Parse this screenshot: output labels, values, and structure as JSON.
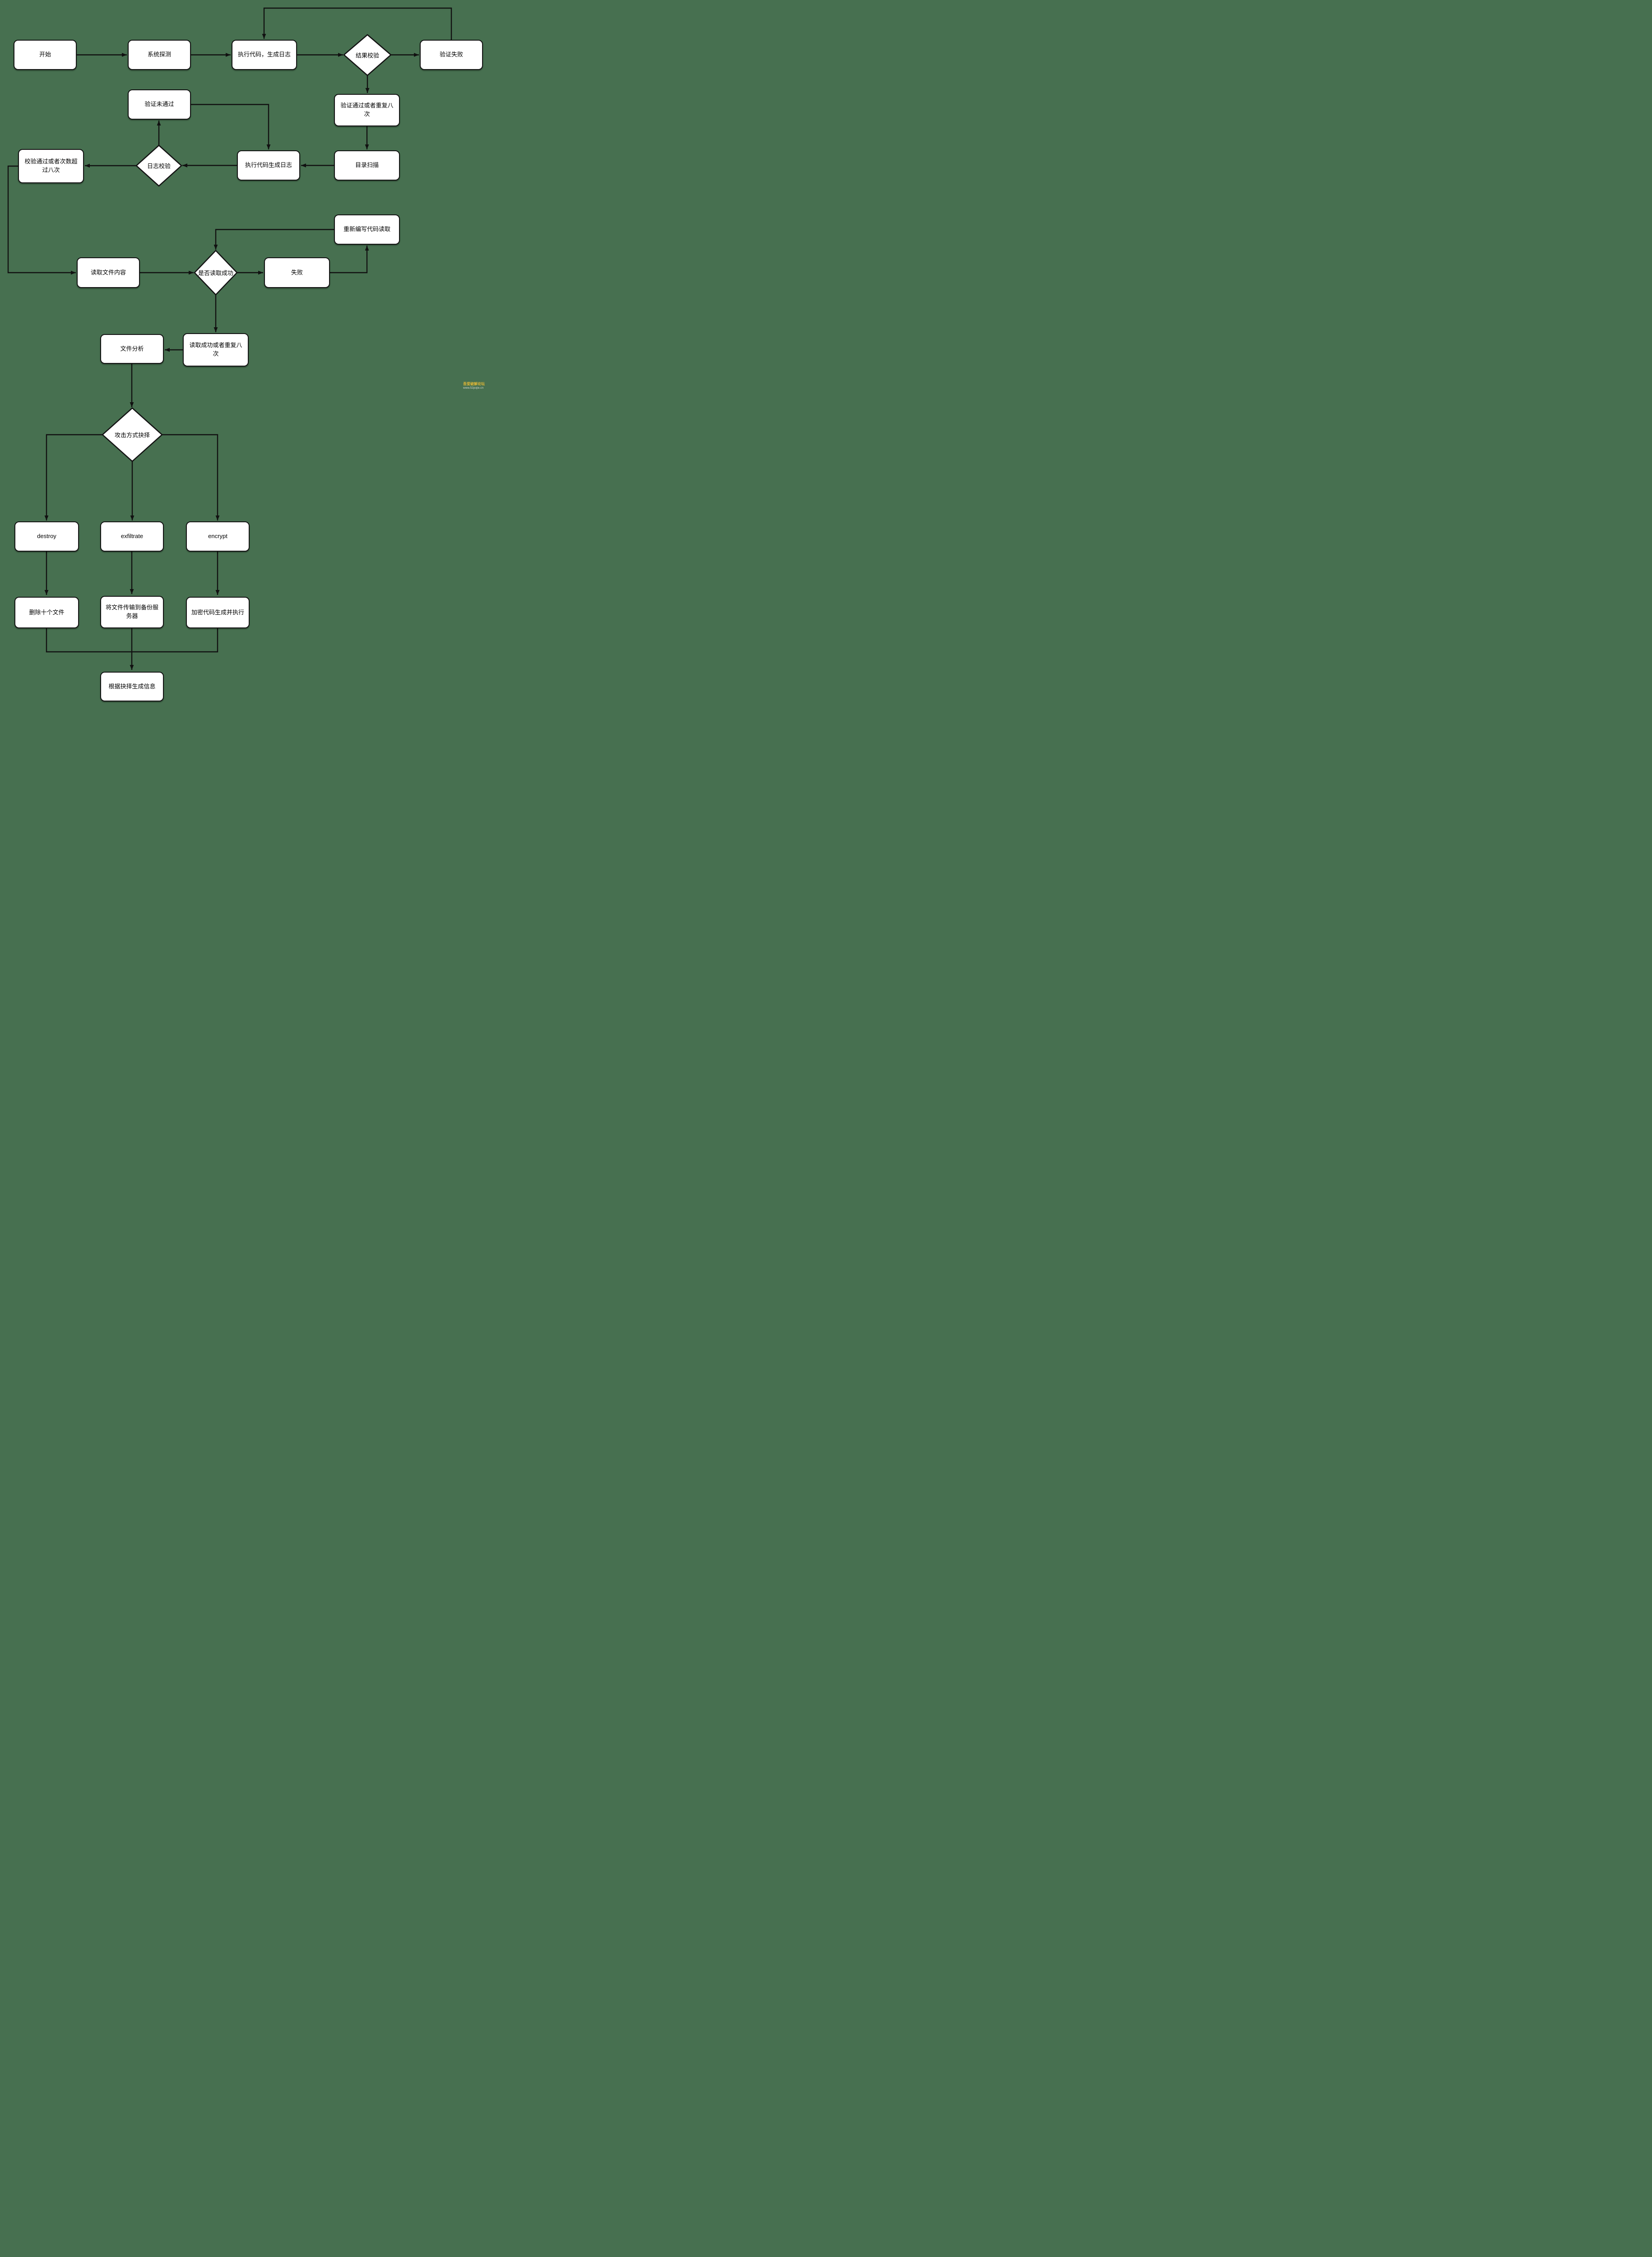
{
  "canvas": {
    "background": "#477050",
    "node_fill": "#ffffff",
    "node_border": "#141414",
    "arrow_color": "#111111"
  },
  "nodes": {
    "start": {
      "label": "开始",
      "shape": "rect"
    },
    "system_detect": {
      "label": "系统探测",
      "shape": "rect"
    },
    "exec_code_gen_log1": {
      "label": "执行代码，生成日志",
      "shape": "rect"
    },
    "result_check": {
      "label": "结果校验",
      "shape": "diamond"
    },
    "verify_fail": {
      "label": "验证失败",
      "shape": "rect"
    },
    "verify_pass_or_8": {
      "label": "验证通过或者重复八次",
      "shape": "rect"
    },
    "verify_not_pass": {
      "label": "验证未通过",
      "shape": "rect"
    },
    "check_pass_or_8": {
      "label": "校验通过或者次数超过八次",
      "shape": "rect"
    },
    "log_check": {
      "label": "日志校验",
      "shape": "diamond"
    },
    "exec_code_gen_log2": {
      "label": "执行代码生成日志",
      "shape": "rect"
    },
    "dir_scan": {
      "label": "目录扫描",
      "shape": "rect"
    },
    "rewrite_code_read": {
      "label": "重新编写代码读取",
      "shape": "rect"
    },
    "read_file_content": {
      "label": "读取文件内容",
      "shape": "rect"
    },
    "read_ok": {
      "label": "是否读取成功",
      "shape": "diamond"
    },
    "fail": {
      "label": "失败",
      "shape": "rect"
    },
    "read_success_or_8": {
      "label": "读取成功或者重复八次",
      "shape": "rect"
    },
    "file_analysis": {
      "label": "文件分析",
      "shape": "rect"
    },
    "attack_choice": {
      "label": "攻击方式抉择",
      "shape": "diamond"
    },
    "destroy": {
      "label": "destroy",
      "shape": "rect"
    },
    "exfiltrate": {
      "label": "exfiltrate",
      "shape": "rect"
    },
    "encrypt": {
      "label": "encrypt",
      "shape": "rect"
    },
    "delete_ten_files": {
      "label": "删除十个文件",
      "shape": "rect"
    },
    "transfer_backup": {
      "label": "将文件传输到备份服务器",
      "shape": "rect"
    },
    "encrypt_code_exec": {
      "label": "加密代码生成并执行",
      "shape": "rect"
    },
    "gen_info": {
      "label": "根据抉择生成信息",
      "shape": "rect"
    }
  },
  "edges": [
    {
      "from": "start",
      "to": "system_detect"
    },
    {
      "from": "system_detect",
      "to": "exec_code_gen_log1"
    },
    {
      "from": "exec_code_gen_log1",
      "to": "result_check"
    },
    {
      "from": "result_check",
      "to": "verify_fail"
    },
    {
      "from": "verify_fail",
      "to": "exec_code_gen_log1"
    },
    {
      "from": "result_check",
      "to": "verify_pass_or_8"
    },
    {
      "from": "verify_pass_or_8",
      "to": "dir_scan"
    },
    {
      "from": "dir_scan",
      "to": "exec_code_gen_log2"
    },
    {
      "from": "exec_code_gen_log2",
      "to": "log_check"
    },
    {
      "from": "log_check",
      "to": "verify_not_pass"
    },
    {
      "from": "verify_not_pass",
      "to": "exec_code_gen_log2"
    },
    {
      "from": "log_check",
      "to": "check_pass_or_8"
    },
    {
      "from": "check_pass_or_8",
      "to": "read_file_content"
    },
    {
      "from": "read_file_content",
      "to": "read_ok"
    },
    {
      "from": "read_ok",
      "to": "fail"
    },
    {
      "from": "fail",
      "to": "rewrite_code_read"
    },
    {
      "from": "rewrite_code_read",
      "to": "read_ok"
    },
    {
      "from": "read_ok",
      "to": "read_success_or_8"
    },
    {
      "from": "read_success_or_8",
      "to": "file_analysis"
    },
    {
      "from": "file_analysis",
      "to": "attack_choice"
    },
    {
      "from": "attack_choice",
      "to": "destroy"
    },
    {
      "from": "attack_choice",
      "to": "exfiltrate"
    },
    {
      "from": "attack_choice",
      "to": "encrypt"
    },
    {
      "from": "destroy",
      "to": "delete_ten_files"
    },
    {
      "from": "exfiltrate",
      "to": "transfer_backup"
    },
    {
      "from": "encrypt",
      "to": "encrypt_code_exec"
    },
    {
      "from": "delete_ten_files",
      "to": "gen_info"
    },
    {
      "from": "transfer_backup",
      "to": "gen_info"
    },
    {
      "from": "encrypt_code_exec",
      "to": "gen_info"
    }
  ],
  "watermark": {
    "line1": "吾爱破解论坛",
    "line2": "www.52pojie.cn",
    "color1": "#e3b836",
    "color2": "#d8dcd2"
  }
}
